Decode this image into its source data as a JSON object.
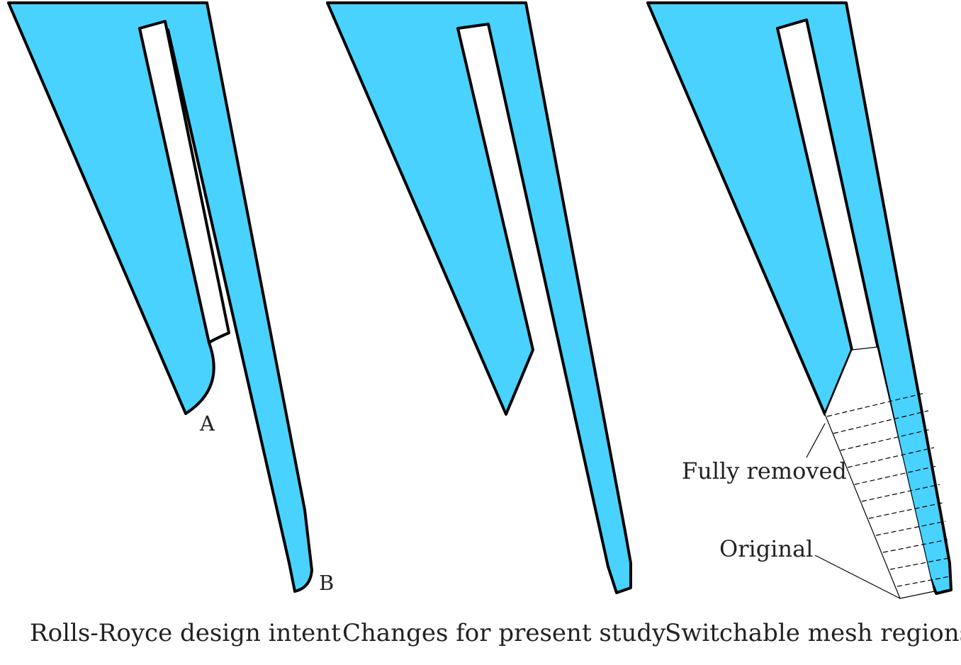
{
  "panels": [
    {
      "caption": "Rolls-Royce design intent",
      "markers": {
        "a": "A",
        "b": "B"
      }
    },
    {
      "caption": "Changes for present study"
    },
    {
      "caption": "Switchable mesh regions",
      "annotations": {
        "fully_removed": "Fully removed",
        "original": "Original"
      }
    }
  ],
  "colors": {
    "fill": "#4ad2ff",
    "stroke": "#000000",
    "background": "#ffffff"
  }
}
